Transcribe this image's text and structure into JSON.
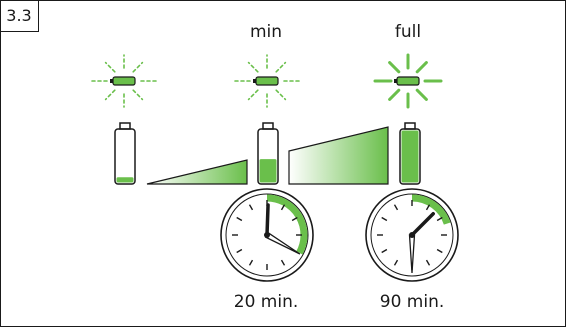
{
  "step_number": "3.3",
  "labels": {
    "min": "min",
    "full": "full",
    "time_short": "20 min.",
    "time_long": "90 min."
  },
  "colors": {
    "green": "#6abf4b",
    "ink": "#1a1a1a"
  },
  "batteries": [
    {
      "id": "empty",
      "fill_level": 0.1,
      "indicator": "blinking-dashed"
    },
    {
      "id": "min",
      "fill_level": 0.45,
      "indicator": "blinking-dashed"
    },
    {
      "id": "full",
      "fill_level": 1.0,
      "indicator": "solid-rays"
    }
  ],
  "clocks": [
    {
      "id": "clock-20",
      "arc_fraction": 0.33,
      "hour_hand": "12",
      "minute_hand": "4"
    },
    {
      "id": "clock-90",
      "arc_fraction": 0.2,
      "hour_hand": "1:30",
      "minute_hand": "6"
    }
  ]
}
